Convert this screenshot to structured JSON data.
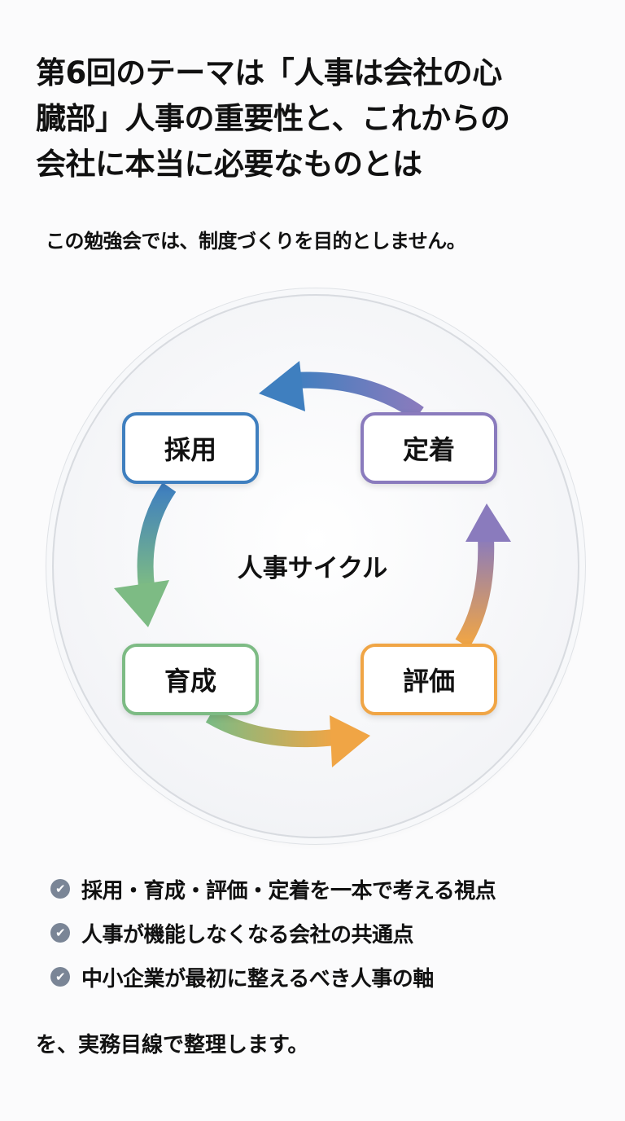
{
  "title_lines": [
    "第6回のテーマは「人事は会社の心",
    "臓部」人事の重要性と、これからの",
    "会社に本当に必要なものとは"
  ],
  "subtitle": "この勉強会では、制度づくりを目的としません。",
  "cycle": {
    "center_label": "人事サイクル",
    "nodes": [
      {
        "label": "採用",
        "color": "#3f7fbf"
      },
      {
        "label": "定着",
        "color": "#8a7bbd"
      },
      {
        "label": "育成",
        "color": "#7dbb84"
      },
      {
        "label": "評価",
        "color": "#f0a545"
      }
    ]
  },
  "points": [
    "採用・育成・評価・定着を一本で考える視点",
    "人事が機能しなくなる会社の共通点",
    "中小企業が最初に整えるべき人事の軸"
  ],
  "check_icon": "check-circle-icon",
  "closing": "を、実務目線で整理します。"
}
